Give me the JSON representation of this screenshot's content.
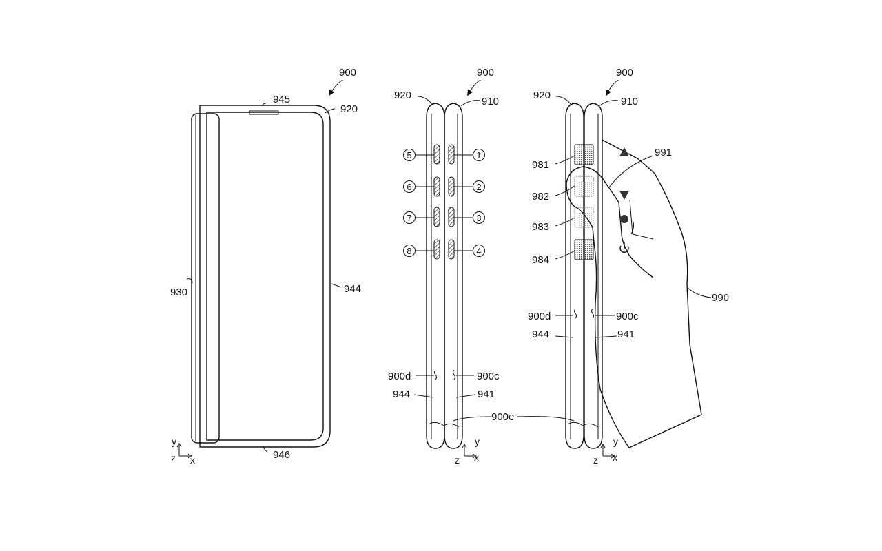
{
  "figure": {
    "view_left": {
      "ref_device": "900",
      "ref_top": "945",
      "ref_right_top": "920",
      "ref_left": "930",
      "ref_right": "944",
      "ref_bottom": "946",
      "axis_y": "y",
      "axis_x": "x",
      "axis_z": "z"
    },
    "view_middle": {
      "ref_device": "900",
      "ref_left_top": "920",
      "ref_right_top": "910",
      "slots_left": [
        "5",
        "6",
        "7",
        "8"
      ],
      "slots_right": [
        "1",
        "2",
        "3",
        "4"
      ],
      "ref_d": "900d",
      "ref_c": "900c",
      "ref_left_lower": "944",
      "ref_right_lower": "941",
      "ref_e": "900e",
      "axis_y": "y",
      "axis_x": "x",
      "axis_z": "z"
    },
    "view_right": {
      "ref_device": "900",
      "ref_left_top": "920",
      "ref_right_top": "910",
      "buttons": [
        "981",
        "982",
        "983",
        "984"
      ],
      "ref_hand_line": "991",
      "ref_hand": "990",
      "ref_d": "900d",
      "ref_c": "900c",
      "ref_left_lower": "944",
      "ref_right_lower": "941",
      "axis_y": "y",
      "axis_x": "x",
      "axis_z": "z"
    }
  }
}
